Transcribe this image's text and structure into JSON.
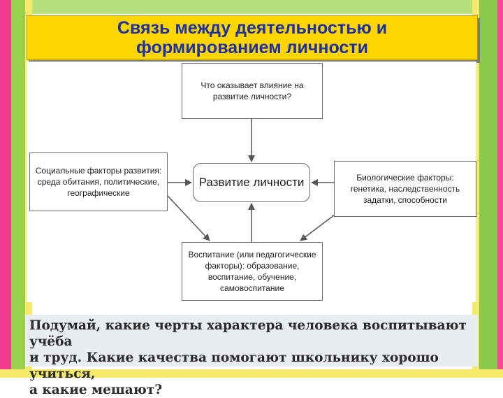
{
  "title": "Связь между деятельностью и\nформированием личности",
  "diagram": {
    "top_node": "Что оказывает влияние на\nразвитие личности?",
    "center_node": "Развитие личности",
    "left_node": "Социальные факторы развития:\nсреда обитания, политические,\nгеографические",
    "right_node": "Биологические факторы:\nгенетика, наследственность\nзадатки, способности",
    "bottom_node": "Воспитание (или педагогические\nфакторы): образование,\nвоспитание, обучение,\nсамовоспитание"
  },
  "question": "Подумай, какие черты характера человека воспитывают учёба\nи труд. Какие качества помогают школьнику хорошо учиться,\nа какие мешают?"
}
